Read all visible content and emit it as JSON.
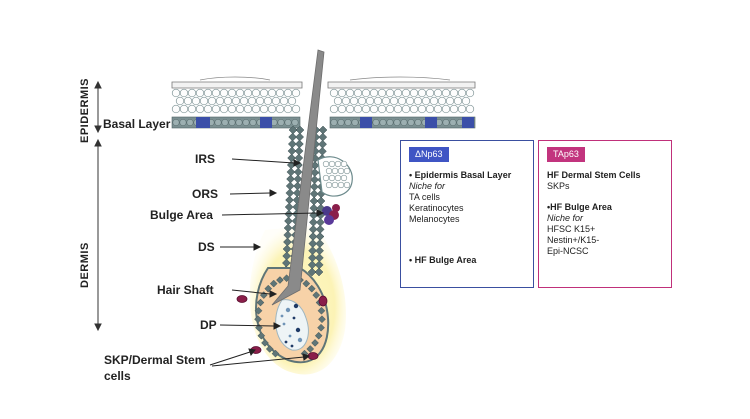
{
  "labels": {
    "epidermis": "EPIDERMIS",
    "dermis": "DERMIS",
    "basal_layer": "Basal Layer",
    "irs": "IRS",
    "ors": "ORS",
    "bulge_area": "Bulge Area",
    "ds": "DS",
    "hair_shaft": "Hair Shaft",
    "dp": "DP",
    "skp_line1": "SKP/Dermal Stem",
    "skp_line2": "cells"
  },
  "panel_np63": {
    "tag": "ΔNp63",
    "item1_title": "• Epidermis Basal Layer",
    "item1_niche": "Niche for",
    "item1_lines": [
      "TA cells",
      "Keratinocytes",
      "Melanocytes"
    ],
    "item2_title": "• HF Bulge Area"
  },
  "panel_tap63": {
    "tag": "TAp63",
    "item1_title": "HF Dermal Stem Cells",
    "item1_sub": "SKPs",
    "item2_title": "•HF Bulge Area",
    "item2_niche": "Niche for",
    "item2_lines": [
      "HFSC K15+",
      "Nestin+/K15-",
      "Epi-NCSC"
    ]
  },
  "colors": {
    "panel_np63_border": "#3a4fa0",
    "panel_np63_tag": "#3f55c4",
    "panel_tap63_border": "#c0307a",
    "panel_tap63_tag": "#c2347e",
    "follicle_cells": "#5f7577",
    "hair_shaft": "#8a8a8a",
    "dermal_sheath_glow": "#fbf2b8",
    "dermal_papilla": "#f6c79a",
    "basal_blue": "#3b4fa8",
    "skp_cells": "#8a1e4a"
  }
}
